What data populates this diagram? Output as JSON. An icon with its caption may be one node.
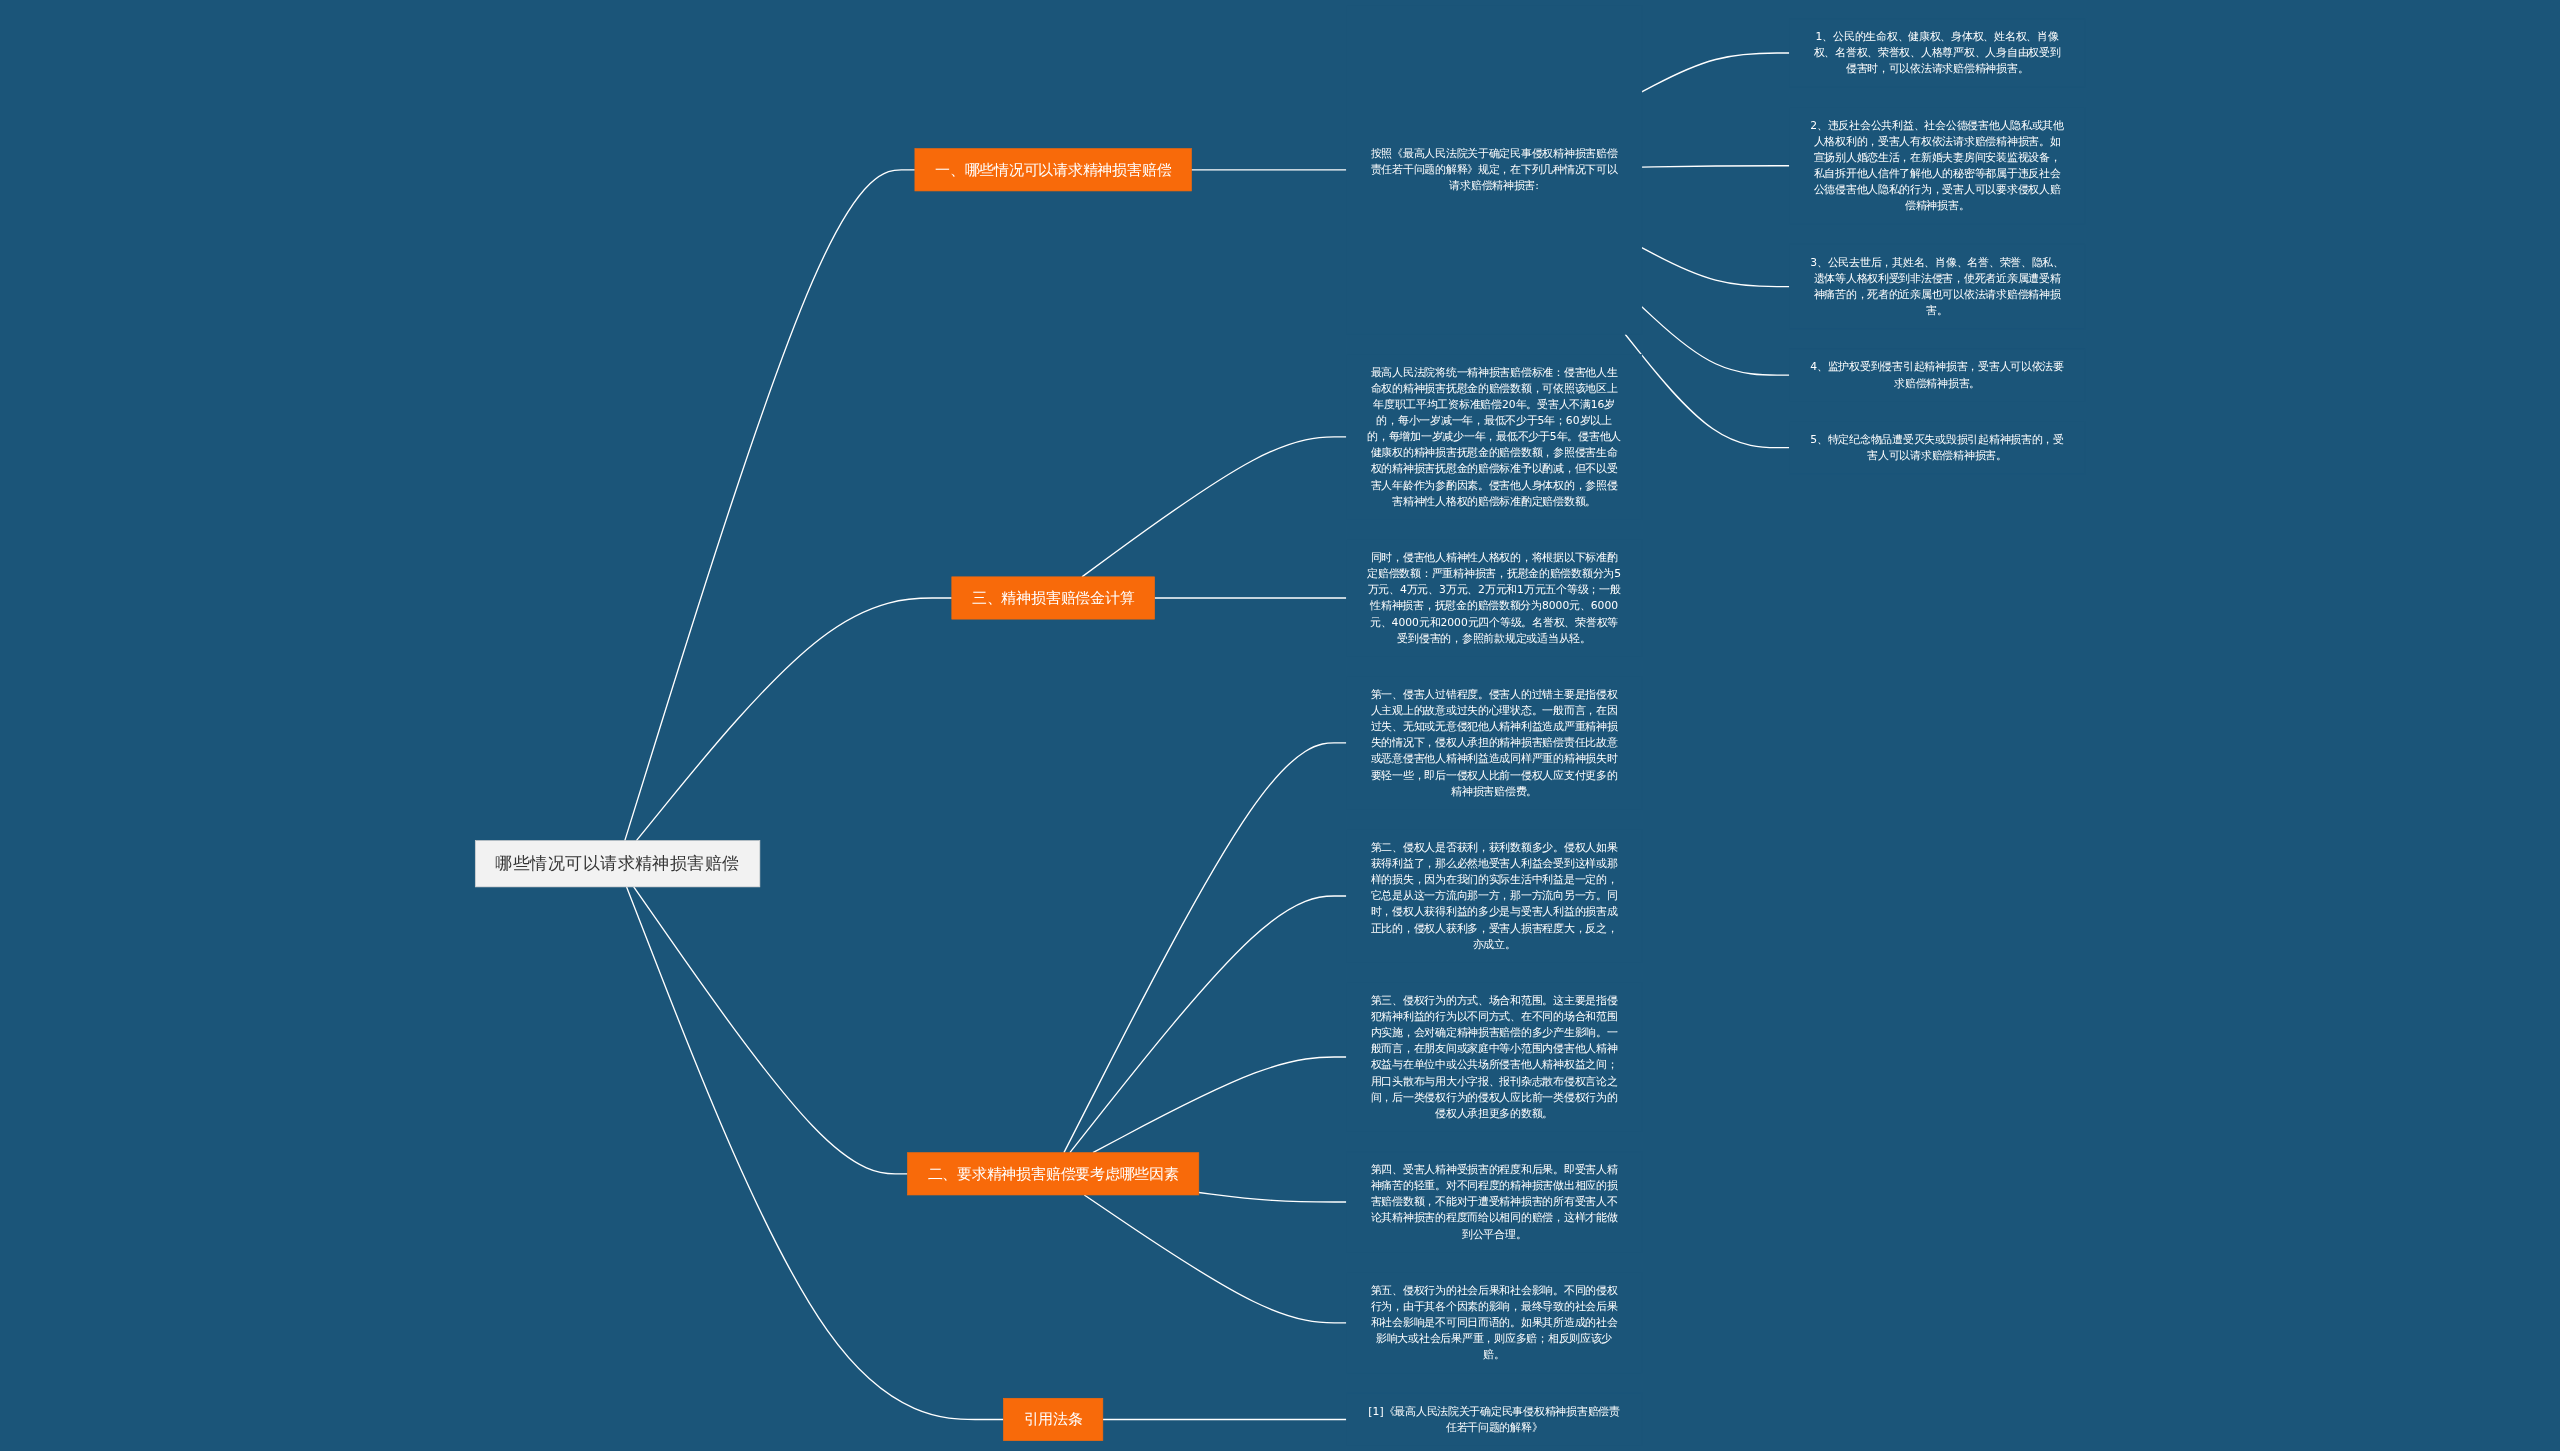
{
  "diagram": {
    "nodes": [
      {
        "text": [
          "哪些情况可以请求精神损害赔偿"
        ]
      },
      {
        "text": [
          "一、哪些情况可以请求精神损害赔偿"
        ]
      },
      {
        "text": [
          "按照《最高人民法院关于确定民事侵权精神损害赔偿责任若干问题的解释》规定，在下列几种情况下可以请求赔偿精神损害:"
        ]
      },
      {
        "text": [
          "1、公民的生命权、健康权、身体权、姓名权、肖像权、名誉权、荣誉权、人格尊严权、人身自由权受到侵害时，可以依法请求赔偿精神损害。"
        ]
      },
      {
        "text": [
          "2、违反社会公共利益、社会公德侵害他人隐私或其他人格权利的，受害人有权依法请求赔偿精神损害。如宣扬别人婚恋生活，在新婚夫妻房间安装监视设备，私自拆开他人信件了解他人的秘密等都属于违反社会公德侵害他人隐私的行为，受害人可以要求侵权人赔偿精神损害。"
        ]
      },
      {
        "text": [
          "3、公民去世后，其姓名、肖像、名誉、荣誉、隐私、遗体等人格权利受到非法侵害，使死者近亲属遭受精神痛苦的，死者的近亲属也可以依法请求赔偿精神损害。"
        ]
      },
      {
        "text": [
          "4、监护权受到侵害引起精神损害，受害人可以依法要求赔偿精神损害。"
        ]
      },
      {
        "text": [
          "5、特定纪念物品遭受灭失或毁损引起精神损害的，受害人可以请求赔偿精神损害。"
        ]
      },
      {
        "text": [
          "三、精神损害赔偿金计算"
        ]
      },
      {
        "text": [
          "最高人民法院将统一精神损害赔偿标准：侵害他人生命权的精神损害抚慰金的赔偿数额，可依照该地区上年度职工平均工资标准赔偿20年。受害人不满16岁的，每小一岁减一年，最低不少于5年；60岁以上的，每增加一岁减少一年，最低不少于5年。侵害他人健康权的精神损害抚慰金的赔偿数额，参照侵害生命权的精神损害抚慰金的赔偿标准予以酌减，但不以受害人年龄作为参酌因素。侵害他人身体权的，参照侵害精神性人格权的赔偿标准酌定赔偿数额。"
        ]
      },
      {
        "text": [
          "同时，侵害他人精神性人格权的，将根据以下标准酌定赔偿数额：严重精神损害，抚慰金的赔偿数额分为5万元、4万元、3万元、2万元和1万元五个等级；一般性精神损害，抚慰金的赔偿数额分为8000元、6000元、4000元和2000元四个等级。名誉权、荣誉权等受到侵害的，参照前款规定或适当从轻。"
        ]
      },
      {
        "text": [
          "二、要求精神损害赔偿要考虑哪些因素"
        ]
      },
      {
        "text": [
          "第一、侵害人过错程度。侵害人的过错主要是指侵权人主观上的故意或过失的心理状态。一般而言，在因过失、无知或无意侵犯他人精神利益造成严重精神损失的情况下，侵权人承担的精神损害赔偿责任比故意或恶意侵害他人精神利益造成同样严重的精神损失时要轻一些，即后一侵权人比前一侵权人应支付更多的精神损害赔偿费。"
        ]
      },
      {
        "text": [
          "第二、侵权人是否获利，获利数额多少。侵权人如果获得利益了，那么必然地受害人利益会受到这样或那样的损失，因为在我们的实际生活中利益是一定的，它总是从这一方流向那一方，那一方流向另一方。同时，侵权人获得利益的多少是与受害人利益的损害成正比的，侵权人获利多，受害人损害程度大，反之，亦成立。"
        ]
      },
      {
        "text": [
          "第三、侵权行为的方式、场合和范围。这主要是指侵犯精神利益的行为以不同方式、在不同的场合和范围内实施，会对确定精神损害赔偿的多少产生影响。一般而言，在朋友间或家庭中等小范围内侵害他人精神权益与在单位中或公共场所侵害他人精神权益之间；用口头散布与用大小字报、报刊杂志散布侵权言论之间，后一类侵权行为的侵权人应比前一类侵权行为的侵权人承担更多的数额。"
        ]
      },
      {
        "text": [
          "第四、受害人精神受损害的程度和后果。即受害人精神痛苦的轻重。对不同程度的精神损害做出相应的损害赔偿数额，不能对于遭受精神损害的所有受害人不论其精神损害的程度而给以相同的赔偿，这样才能做到公平合理。"
        ]
      },
      {
        "text": [
          "第五、侵权行为的社会后果和社会影响。不同的侵权行为，由于其各个因素的影响，最终导致的社会后果和社会影响是不可同日而语的。如果其所造成的社会影响大或社会后果严重，则应多赔；相反则应该少赔。"
        ]
      },
      {
        "text": [
          "引用法条"
        ]
      },
      {
        "text": [
          "[1]《最高人民法院关于确定民事侵权精神损害赔偿责任若干问题的解释》"
        ]
      }
    ],
    "edges": [
      {
        "from": 0,
        "to": 1,
        "arrow": "none"
      },
      {
        "from": 1,
        "to": 2,
        "arrow": "none"
      },
      {
        "from": 2,
        "to": 3,
        "arrow": "none"
      },
      {
        "from": 2,
        "to": 4,
        "arrow": "none"
      },
      {
        "from": 2,
        "to": 5,
        "arrow": "none"
      },
      {
        "from": 2,
        "to": 6,
        "arrow": "none"
      },
      {
        "from": 2,
        "to": 7,
        "arrow": "none"
      },
      {
        "from": 0,
        "to": 8,
        "arrow": "none"
      },
      {
        "from": 8,
        "to": 9,
        "arrow": "none"
      },
      {
        "from": 8,
        "to": 10,
        "arrow": "none"
      },
      {
        "from": 0,
        "to": 11,
        "arrow": "none"
      },
      {
        "from": 11,
        "to": 12,
        "arrow": "none"
      },
      {
        "from": 11,
        "to": 13,
        "arrow": "none"
      },
      {
        "from": 11,
        "to": 14,
        "arrow": "none"
      },
      {
        "from": 11,
        "to": 15,
        "arrow": "none"
      },
      {
        "from": 11,
        "to": 16,
        "arrow": "none"
      },
      {
        "from": 0,
        "to": 17,
        "arrow": "none"
      },
      {
        "from": 17,
        "to": 18,
        "arrow": "none"
      }
    ]
  }
}
